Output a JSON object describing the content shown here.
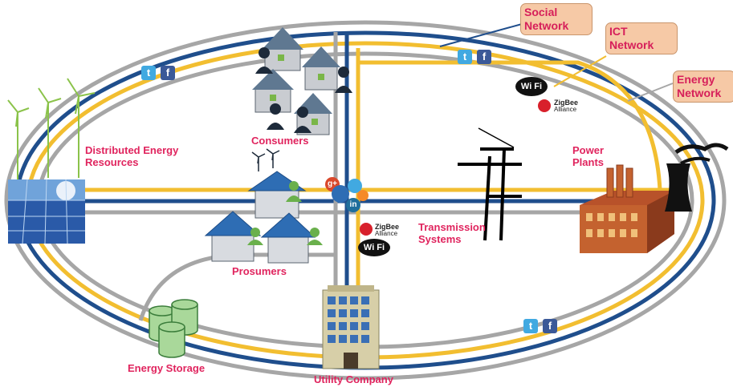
{
  "callouts": {
    "social": "Social\nNetwork",
    "ict": "ICT\nNetwork",
    "energy": "Energy\nNetwork"
  },
  "labels": {
    "consumers": "Consumers",
    "der": "Distributed Energy\nResources",
    "prosumers": "Prosumers",
    "transmission": "Transmission\nSystems",
    "power_plants": "Power\nPlants",
    "storage": "Energy Storage",
    "utility": "Utility Company"
  },
  "badges": {
    "wifi": "Wi Fi",
    "zigbee": "ZigBee",
    "alliance": "Alliance",
    "twitter": "t",
    "facebook": "f",
    "gplus": "g+",
    "linkedin": "in"
  },
  "colors": {
    "energy_network": "#a6a6a6",
    "social_network": "#1f4e8c",
    "ict_network": "#f2be30",
    "label": "#e0245e",
    "callout_fill": "#f6c9a6"
  }
}
